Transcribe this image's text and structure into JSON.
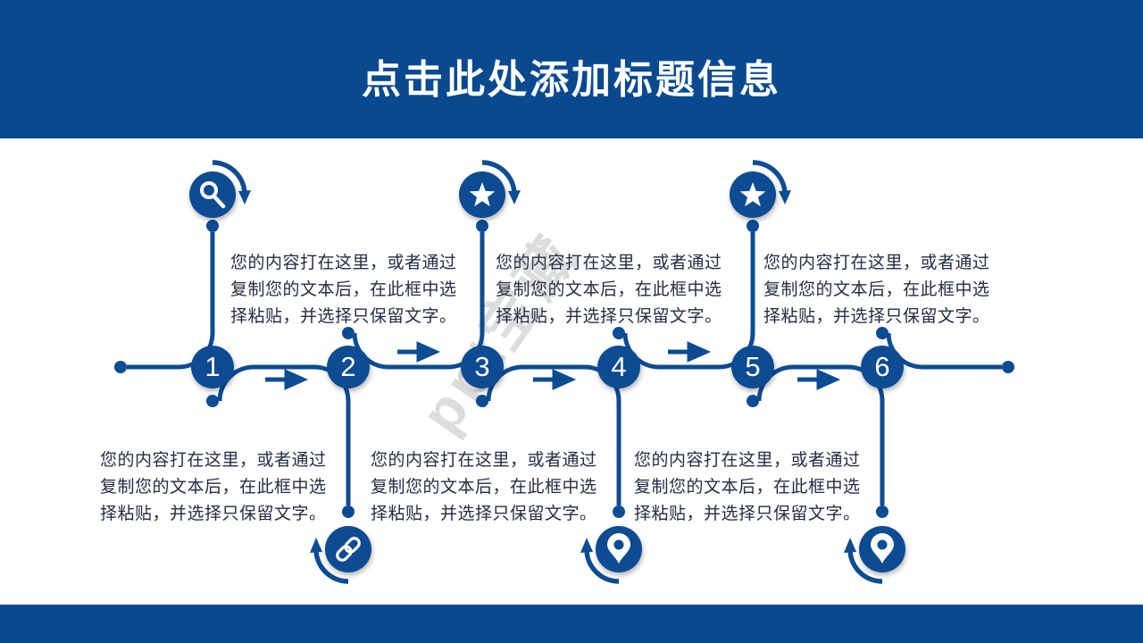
{
  "slide": {
    "title": "点击此处添加标题信息",
    "watermark": "ppt宝藏",
    "colors": {
      "band": "#09498f",
      "shape": "#0d4c92",
      "body_text": "#232e44",
      "glyph": "#ffffff"
    },
    "placeholder_lines": [
      "您的内容打在这里，或者通过",
      "复制您的文本后，在此框中选",
      "择粘贴，并选择只保留文字。"
    ],
    "steps": [
      {
        "number": "1",
        "icon": "search-icon",
        "text_position": "top"
      },
      {
        "number": "2",
        "icon": "link-icon",
        "text_position": "bottom"
      },
      {
        "number": "3",
        "icon": "star-icon",
        "text_position": "top"
      },
      {
        "number": "4",
        "icon": "location-pin-icon",
        "text_position": "bottom"
      },
      {
        "number": "5",
        "icon": "star-icon",
        "text_position": "top"
      },
      {
        "number": "6",
        "icon": "location-pin-icon",
        "text_position": "bottom"
      }
    ]
  }
}
